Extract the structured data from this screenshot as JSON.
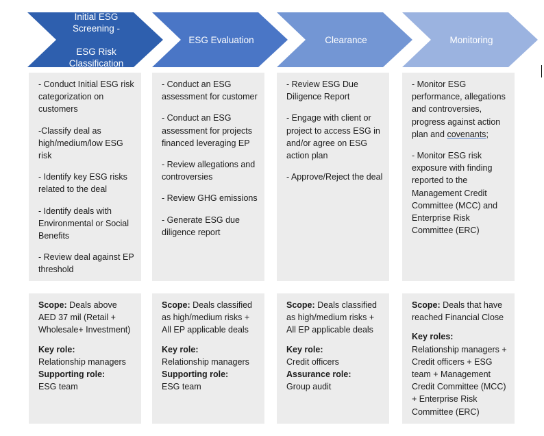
{
  "stages": [
    {
      "title": "Initial ESG\nScreening -\n\nESG Risk\nClassification",
      "color": "#2e5fae",
      "activities": [
        "- Conduct Initial ESG risk categorization on customers",
        "-Classify deal as high/medium/low ESG risk",
        "- Identify key ESG risks related to the deal",
        "- Identify deals with Environmental or Social Benefits",
        "- Review deal against EP threshold"
      ],
      "scope_label": "Scope:",
      "scope_text": "Deals above AED 37 mil (Retail + Wholesale+ Investment)",
      "role1_label": "Key role:",
      "role1_text": "Relationship managers",
      "role2_label": "Supporting role:",
      "role2_text": "ESG team"
    },
    {
      "title": "ESG Evaluation",
      "color": "#4a76c6",
      "activities": [
        "- Conduct an ESG assessment for customer",
        "- Conduct an ESG assessment for projects financed leveraging EP",
        "- Review allegations and controversies",
        "- Review GHG emissions",
        "- Generate ESG due diligence report"
      ],
      "scope_label": "Scope:",
      "scope_text": "Deals classified as high/medium risks + All EP applicable deals",
      "role1_label": "Key role:",
      "role1_text": "Relationship managers",
      "role2_label": "Supporting role:",
      "role2_text": "ESG team"
    },
    {
      "title": "Clearance",
      "color": "#7396d4",
      "activities": [
        "- Review ESG Due Diligence Report",
        "- Engage with client or project to access ESG in and/or agree on ESG action plan",
        "- Approve/Reject the deal"
      ],
      "scope_label": "Scope:",
      "scope_text": "Deals classified as high/medium risks + All EP applicable deals",
      "role1_label": "Key role:",
      "role1_text": "Credit officers",
      "role2_label": "Assurance role:",
      "role2_text": "Group audit"
    },
    {
      "title": "Monitoring",
      "color": "#9bb3e0",
      "activities": [
        "- Monitor ESG performance, allegations and controversies, progress against action plan and",
        "- Monitor ESG risk exposure with finding reported to the Management Credit Committee (MCC) and Enterprise Risk Committee (ERC)"
      ],
      "covenants_word": "covenants",
      "covenants_tail": ";",
      "scope_label": "Scope:",
      "scope_text": "Deals that have reached Financial Close",
      "role1_label": "Key roles:",
      "role1_text": "Relationship managers + Credit officers + ESG team + Management Credit Committee (MCC) + Enterprise Risk Committee (ERC)"
    }
  ]
}
